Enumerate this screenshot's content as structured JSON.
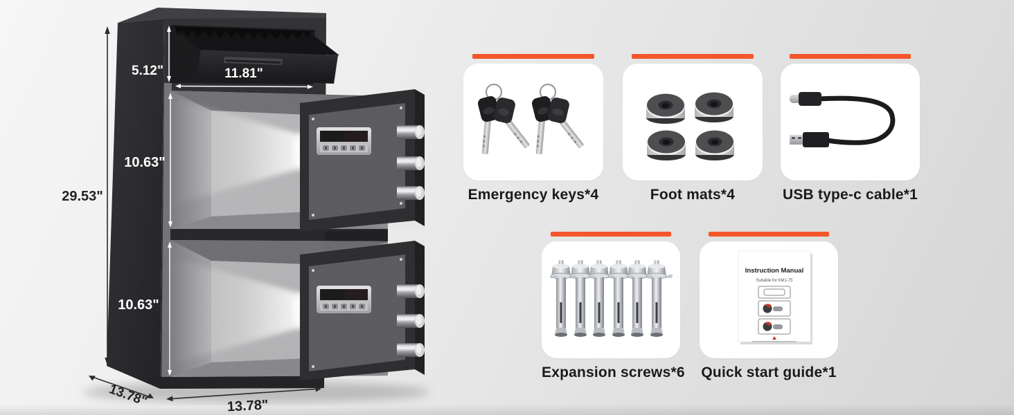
{
  "colors": {
    "accent_bar": "#F4562C",
    "card_background": "#ffffff",
    "label_text": "#1a1a1a",
    "safe_body_dark": "#232326",
    "dimension_text_dark": "#222222",
    "dimension_text_light": "#ffffff"
  },
  "safe_diagram": {
    "dimensions": {
      "overall_height": "29.53\"",
      "base_depth": "13.78\"",
      "base_width": "13.78\"",
      "deposit_slot_height": "5.12\"",
      "deposit_slot_width": "11.81\"",
      "upper_compartment_height": "10.63\"",
      "lower_compartment_height": "10.63\""
    }
  },
  "accessories": {
    "cards": [
      {
        "label": "Emergency keys*4",
        "icon": "keys-icon"
      },
      {
        "label": "Foot mats*4",
        "icon": "foot-mats-icon"
      },
      {
        "label": "USB type-c cable*1",
        "icon": "usb-cable-icon"
      },
      {
        "label": "Expansion screws*6",
        "icon": "expansion-screws-icon"
      },
      {
        "label": "Quick start guide*1",
        "icon": "instruction-manual-icon"
      }
    ]
  },
  "manual": {
    "title": "Instruction Manual",
    "subtitle": "Suitable for KM1-75"
  }
}
